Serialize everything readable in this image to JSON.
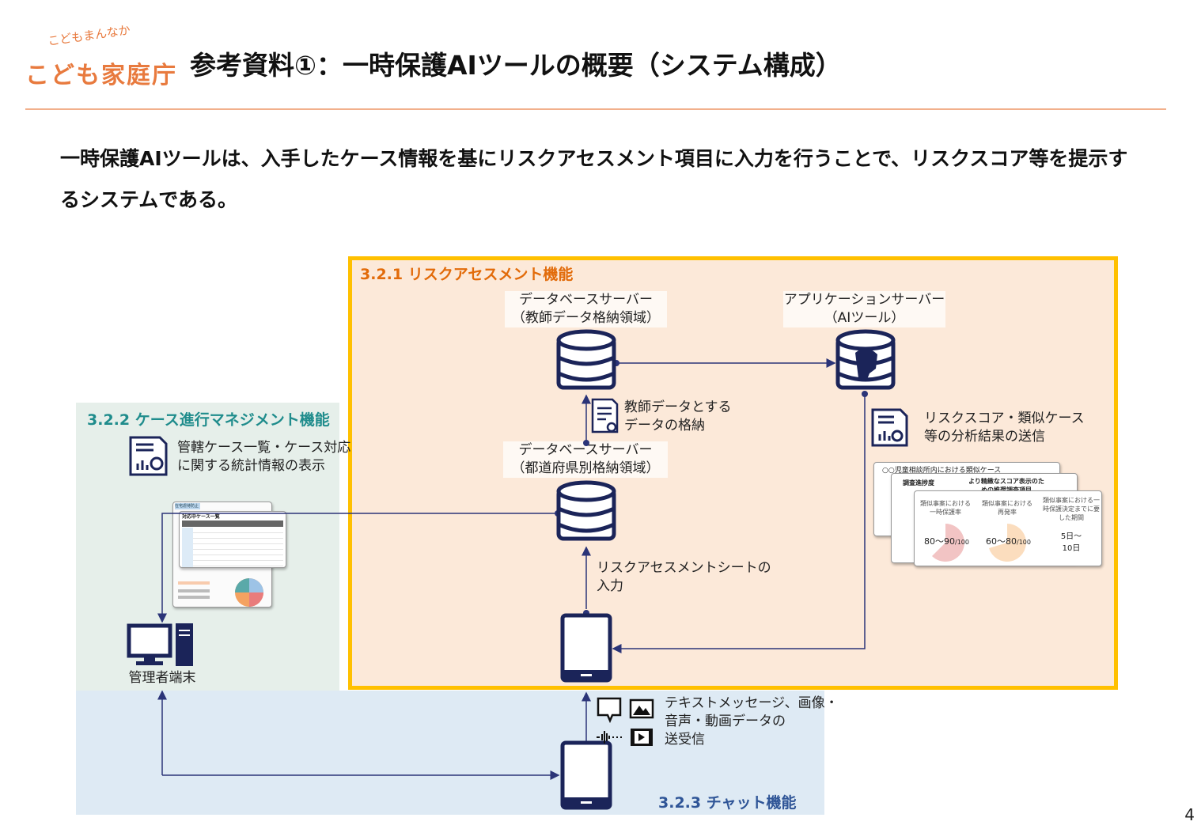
{
  "header": {
    "logo_tagline": "こどもまんなか",
    "logo_name": "こども家庭庁",
    "title": "参考資料①：一時保護AIツールの概要（システム構成）"
  },
  "lead": "一時保護AIツールは、入手したケース情報を基にリスクアセスメント項目に入力を行うことで、リスクスコア等を提示するシステムである。",
  "sections": {
    "risk": {
      "title": "3.2.1 リスクアセスメント機能",
      "color": "#E26B0A"
    },
    "case": {
      "title": "3.2.2 ケース進行マネジメント機能",
      "color": "#1F8C8C"
    },
    "chat": {
      "title": "3.2.3 チャット機能",
      "color": "#2F5597"
    }
  },
  "nodes": {
    "db_teacher": "データベースサーバー\n（教師データ格納領域）",
    "app_server": "アプリケーションサーバー\n（AIツール）",
    "db_pref": "データベースサーバー\n（都道府県別格納領域）",
    "admin_terminal": "管理者端末"
  },
  "labels": {
    "store_teacher": "教師データとする\nデータの格納",
    "send_results": "リスクスコア・類似ケース\n等の分析結果の送信",
    "input_sheet": "リスクアセスメントシートの\n入力",
    "stats": "管轄ケース一覧・ケース対応\nに関する統計情報の表示",
    "chat_media": "テキストメッセージ、画像・\n音声・動画データの\n送受信"
  },
  "result_cards": {
    "card1_title": "○○児童相談所内における類似ケース",
    "card2_col1": "調査進捗度",
    "card2_col2": "より精緻なスコア表示のための推奨調査項目",
    "metrics": [
      {
        "label": "類似事案における一時保護率",
        "value": "80〜90",
        "unit": "/100",
        "fraction": 0.85,
        "color": "#F2C4C4"
      },
      {
        "label": "類似事案における再発率",
        "value": "60〜80",
        "unit": "/100",
        "fraction": 0.7,
        "color": "#FBDDBE"
      },
      {
        "label": "類似事案における一時保護決定までに要した期間",
        "value": "5日〜\n10日"
      }
    ]
  },
  "dashboard": {
    "tabs": [
      "在宅虐待防止",
      "",
      "",
      ""
    ],
    "title": "対応中ケース一覧"
  },
  "colors": {
    "frame": "#FFC000",
    "icon": "#1B2459",
    "arrow": "#3A4A8C"
  },
  "page_number": "4"
}
